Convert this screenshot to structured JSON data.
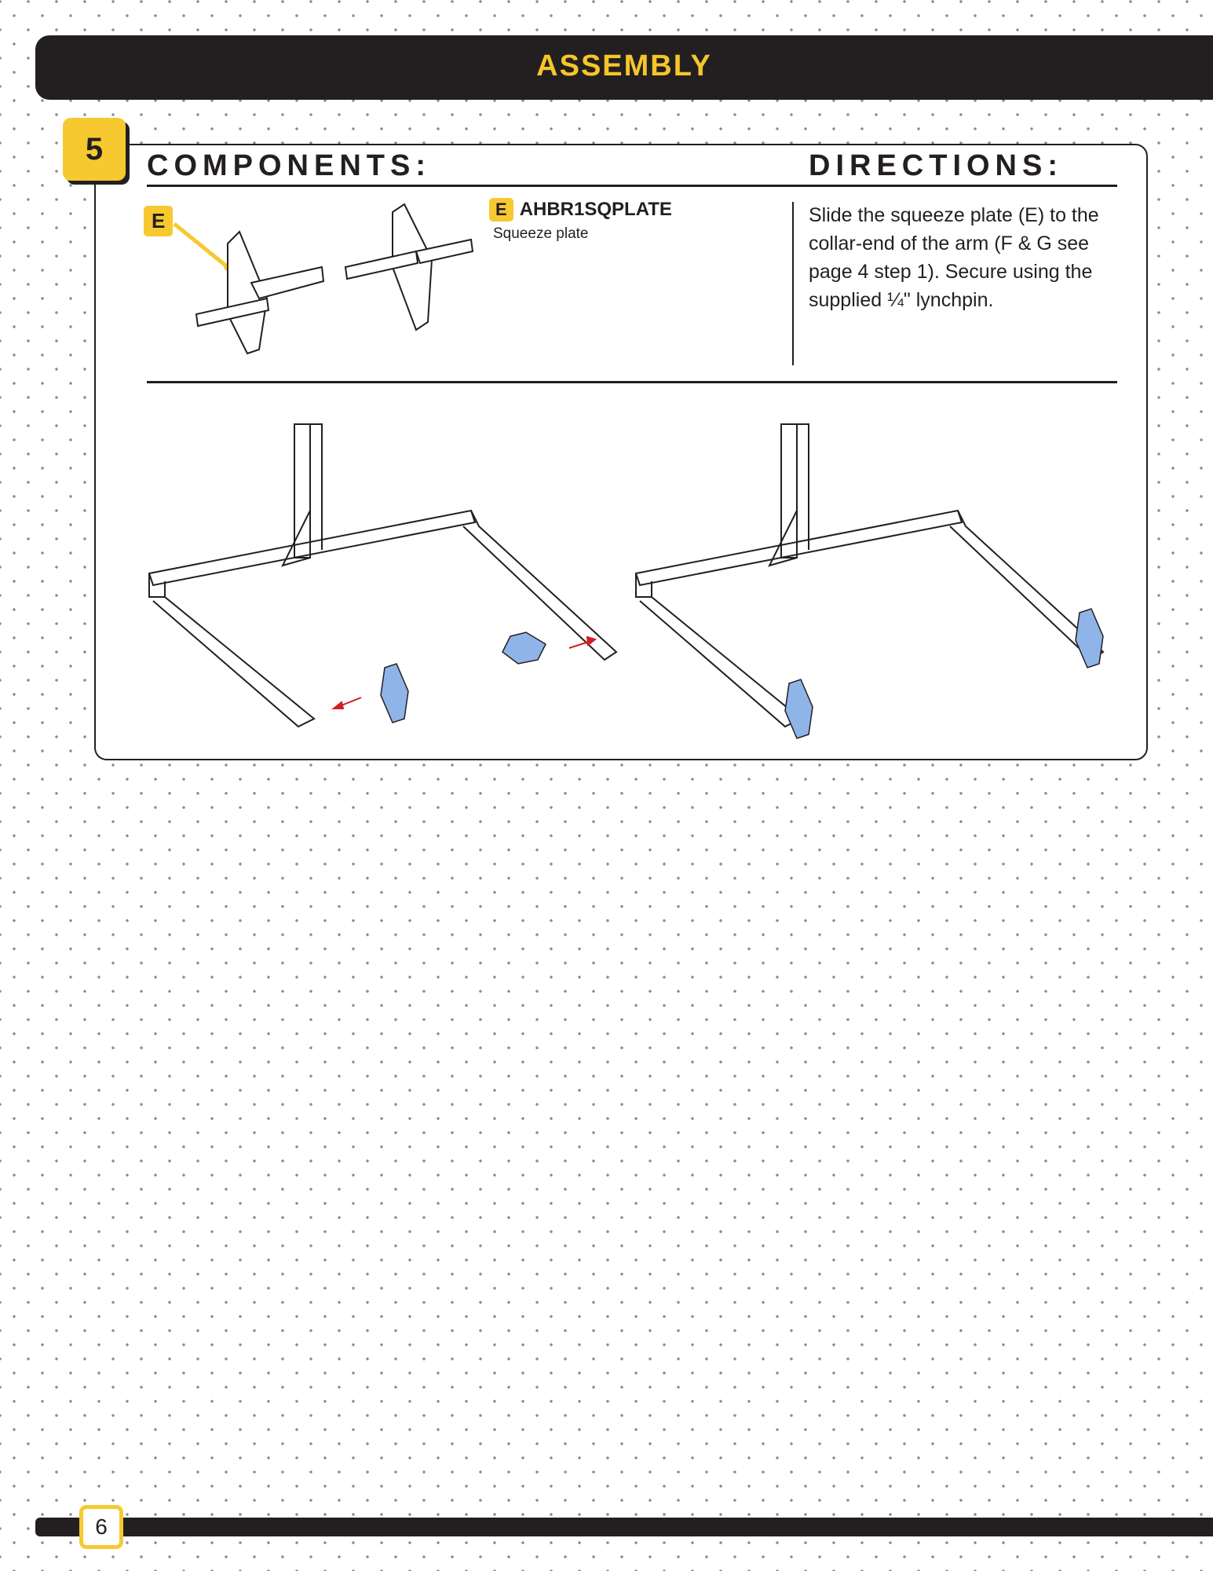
{
  "header": {
    "title": "ASSEMBLY"
  },
  "step": {
    "number": "5"
  },
  "components": {
    "heading": "COMPONENTS:",
    "callout": "E",
    "parts": [
      {
        "tag": "E",
        "code": "AHBR1SQPLATE",
        "name": "Squeeze plate"
      }
    ]
  },
  "directions": {
    "heading": "DIRECTIONS:",
    "text": "Slide the squeeze plate (E) to the collar-end of the arm (F & G see page 4 step 1). Secure using the supplied ¼\" lynchpin."
  },
  "footer": {
    "page_number": "6"
  },
  "colors": {
    "accent": "#f7c931",
    "dark": "#231f20",
    "part_highlight": "#8fb4e8"
  }
}
